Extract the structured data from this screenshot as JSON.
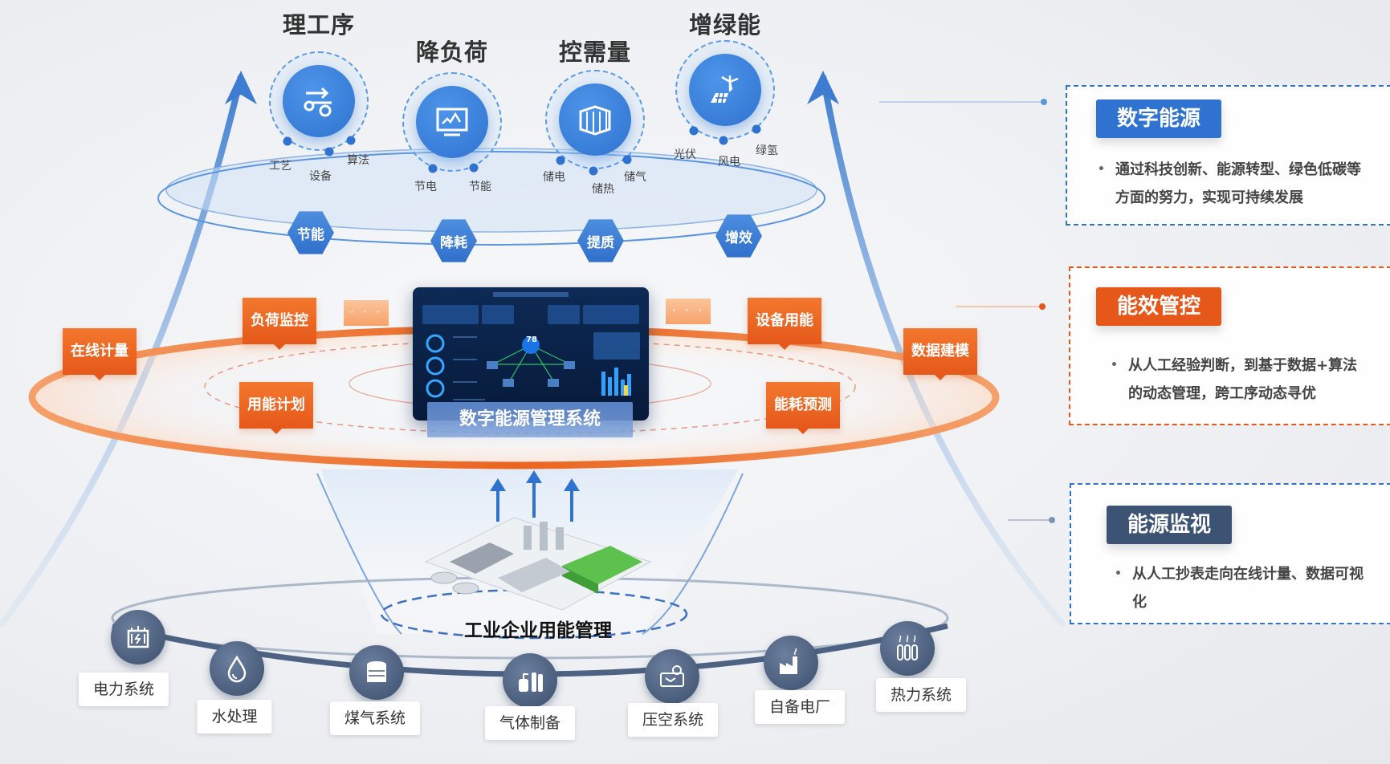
{
  "goals": [
    {
      "title": "理工序",
      "icon": "process-flow-icon",
      "subs": [
        "工艺",
        "设备",
        "算法"
      ]
    },
    {
      "title": "降负荷",
      "icon": "monitor-chart-icon",
      "subs": [
        "节电",
        "节能"
      ]
    },
    {
      "title": "控需量",
      "icon": "container-icon",
      "subs": [
        "储电",
        "储热",
        "储气"
      ]
    },
    {
      "title": "增绿能",
      "icon": "wind-solar-icon",
      "subs": [
        "光伏",
        "风电",
        "绿氢"
      ]
    }
  ],
  "hexes": [
    "节能",
    "降耗",
    "提质",
    "增效"
  ],
  "ring_tags": [
    "在线计量",
    "负荷监控",
    "用能计划",
    "设备用能",
    "数据建模",
    "能耗预测"
  ],
  "dots_label": "· · ·",
  "dashboard": {
    "value": "78",
    "caption": "数字能源管理系统"
  },
  "factory_caption": "工业企业用能管理",
  "systems": [
    {
      "label": "电力系统",
      "icon": "transformer-icon"
    },
    {
      "label": "水处理",
      "icon": "water-drop-icon"
    },
    {
      "label": "煤气系统",
      "icon": "gas-tank-icon"
    },
    {
      "label": "气体制备",
      "icon": "gas-cylinder-icon"
    },
    {
      "label": "压空系统",
      "icon": "compressor-icon"
    },
    {
      "label": "自备电厂",
      "icon": "power-plant-icon"
    },
    {
      "label": "热力系统",
      "icon": "heating-icon"
    }
  ],
  "cards": [
    {
      "title": "数字能源",
      "text": "通过科技创新、能源转型、绿色低碳等方面的努力，实现可持续发展",
      "color": "#2f72cf"
    },
    {
      "title": "能效管控",
      "text": "从人工经验判断，到基于数据+算法的动态管理，跨工序动态寻优",
      "color": "#e5581a"
    },
    {
      "title": "能源监视",
      "text": "从人工抄表走向在线计量、数据可视化",
      "color": "#3d5374"
    }
  ]
}
